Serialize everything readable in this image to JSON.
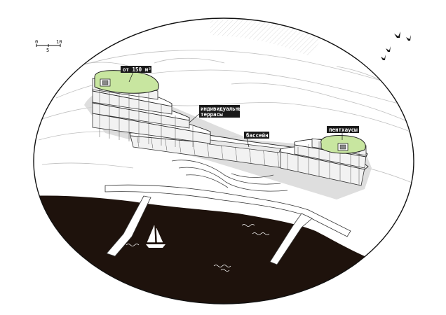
{
  "scale_bar": {
    "tick_start": "0",
    "tick_end": "10",
    "tick_mid": "5"
  },
  "labels": {
    "area": "от 150 м²",
    "terraces_line1": "индивидуальные",
    "terraces_line2": "террасы",
    "pool": "бассейн",
    "penthouses": "пентхаусы"
  },
  "colors": {
    "sea": "#1e120c",
    "roof_garden": "#c8e6a0",
    "label_bg": "#1a1a1a"
  },
  "icons": [
    "sailboat-icon",
    "bird-icon"
  ]
}
